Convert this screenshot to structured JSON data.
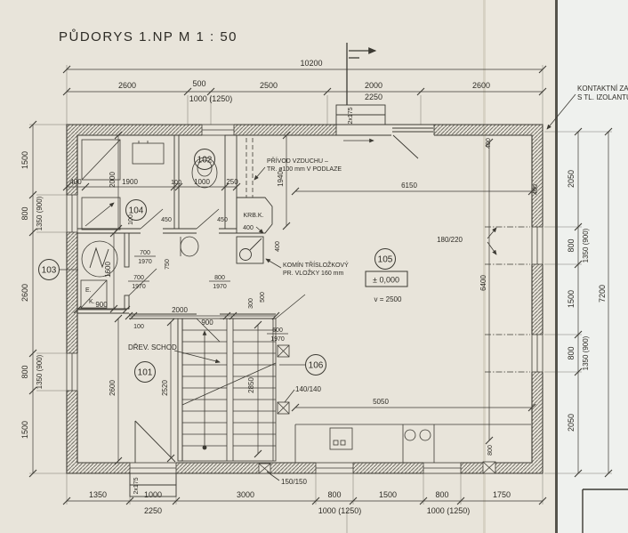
{
  "title": "PŮDORYS 1.NP M 1 : 50",
  "colors": {
    "paper": "#e8e4da",
    "paper_mid": "#ebe7dd",
    "paper_right": "#eff1ee",
    "ink": "#3c3a33"
  },
  "rooms": {
    "r101": "101",
    "r102": "102",
    "r103": "103",
    "r104": "104",
    "r105": "105",
    "r106": "106"
  },
  "notes": {
    "insulation_1": "KONTAKTNÍ ZAT",
    "insulation_2": "S TL. IZOLANTU",
    "air_supply_1": "PŘÍVOD VZDUCHU –",
    "air_supply_2": "TR. ø100 mm V PODLAZE",
    "chimney_1": "KOMÍN TŘÍSLOŽKOVÝ",
    "chimney_2": "PR. VLOŽKY 160 mm",
    "stairs": "DŘEV. SCHOD.",
    "fireplace": "KRB.K.",
    "fireplace_dim": "400",
    "elec_1": "E.",
    "elec_2": "K.",
    "lintel": "180/220",
    "column_stair": "140/140",
    "column_wall": "150/150",
    "level": "± 0,000",
    "clear_height": "v = 2500",
    "steps_top": "2x175",
    "steps_bottom": "2x175"
  },
  "dims": {
    "top_total": "10200",
    "top": [
      "2600",
      "500",
      "2500",
      "2000",
      "2600"
    ],
    "top_sub_window": "1000 (1250)",
    "top_sub_door": "2250",
    "bottom": [
      "1350",
      "1000",
      "3000",
      "800",
      "1500",
      "800",
      "1750"
    ],
    "bottom_sub_door": "2250",
    "bottom_sub_window_1": "1000 (1250)",
    "bottom_sub_window_2": "1000 (1250)",
    "left": [
      "1500",
      "800",
      "2600",
      "800",
      "1500"
    ],
    "left_window_1": "1350 (900)",
    "left_window_2": "1350 (900)",
    "right": [
      "2050",
      "800",
      "1500",
      "800",
      "2050"
    ],
    "right_window_1": "1350 (900)",
    "right_window_2": "1350 (900)",
    "right_total": "7200"
  },
  "interior": {
    "hall_width": "6150",
    "living_depth": "6400",
    "counter_width": "5050",
    "stair_length": "2850",
    "room101_width": "2600",
    "room101_depth": "2520",
    "room104_width": "1900",
    "room104_depth": "2000",
    "room102_width": "1000",
    "room103_width": "900",
    "room103_depth": "1600",
    "hall_length": "2000",
    "stair_width": "900",
    "duct_offset": "1940",
    "wall_400_left": "400",
    "wall_400_top": "400",
    "wall_400_right": "400",
    "wall_400_chimney": "400",
    "wall_250": "250",
    "wall_100_a": "100",
    "wall_100_b": "100",
    "wall_100_c": "100",
    "niche_750": "750",
    "niche_500": "500",
    "niche_300": "300",
    "corner_800": "800",
    "door_450_a": "450",
    "door_450_b": "450",
    "door_a_w": "700",
    "door_a_h": "1970",
    "door_b_w": "700",
    "door_b_h": "1970",
    "door_c_w": "800",
    "door_c_h": "1970",
    "door_d_w": "600",
    "door_d_h": "1970"
  }
}
